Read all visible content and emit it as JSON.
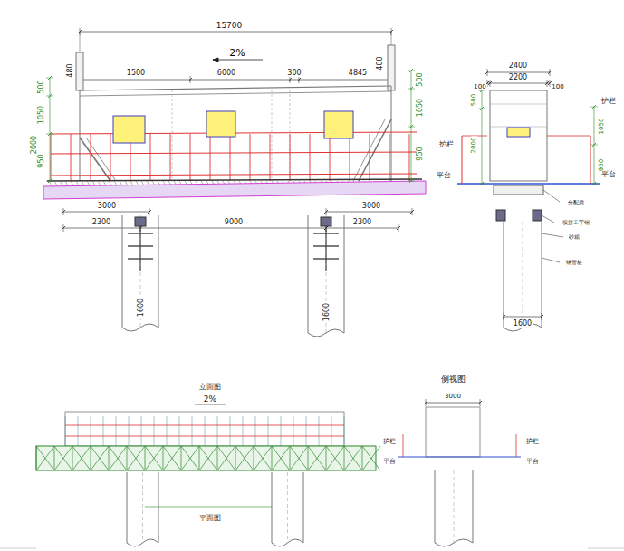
{
  "diagram": {
    "labels": [
      "15700",
      "2%",
      "480",
      "400",
      "1500",
      "6000",
      "300",
      "4845",
      "500",
      "1050",
      "2000",
      "950",
      "500",
      "1050",
      "950",
      "3000",
      "2300",
      "9000",
      "2300",
      "3000",
      "1600",
      "1600",
      "2400",
      "2200",
      "100",
      "100",
      "500",
      "2000",
      "1050",
      "950",
      "护栏",
      "护栏",
      "平台",
      "平台",
      "分配梁",
      "双拼工字钢",
      "砂箱",
      "钢管桩",
      "1600",
      "立面图",
      "2%",
      "平面图",
      "侧视图",
      "3000",
      "护栏",
      "平台",
      "护栏",
      "平台"
    ]
  }
}
